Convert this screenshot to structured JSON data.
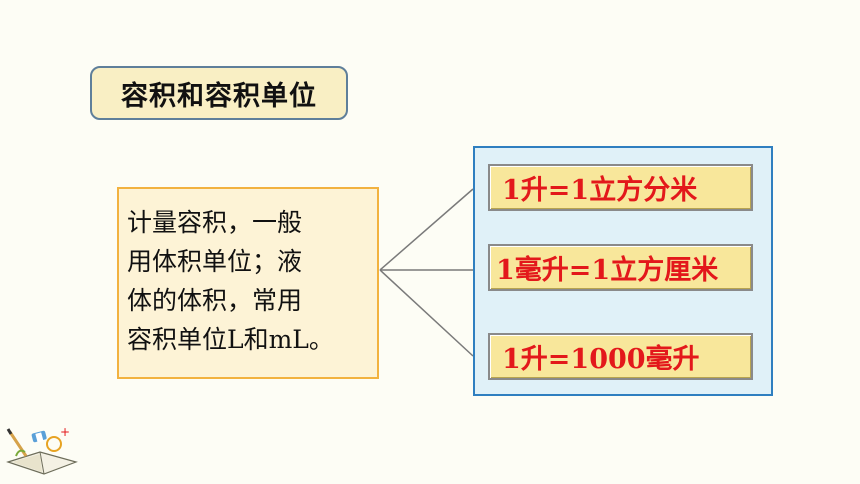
{
  "title": "容积和容积单位",
  "description": {
    "lines": [
      "计量容积，一般",
      "用体积单位；液",
      "体的体积，常用",
      "容积单位L和mL。"
    ]
  },
  "formulas": [
    "1升=1立方分米",
    "1毫升=1立方厘米",
    "1升=1000毫升"
  ],
  "colors": {
    "formula_text": "#e3181b",
    "formula_bg": "#f8e79b",
    "panel_bg": "#e0f1f8",
    "panel_border": "#2f7fc0",
    "desc_border": "#f2b23f",
    "title_border": "#5f7f9a"
  },
  "decoration_icon": "book-stationery-icon"
}
